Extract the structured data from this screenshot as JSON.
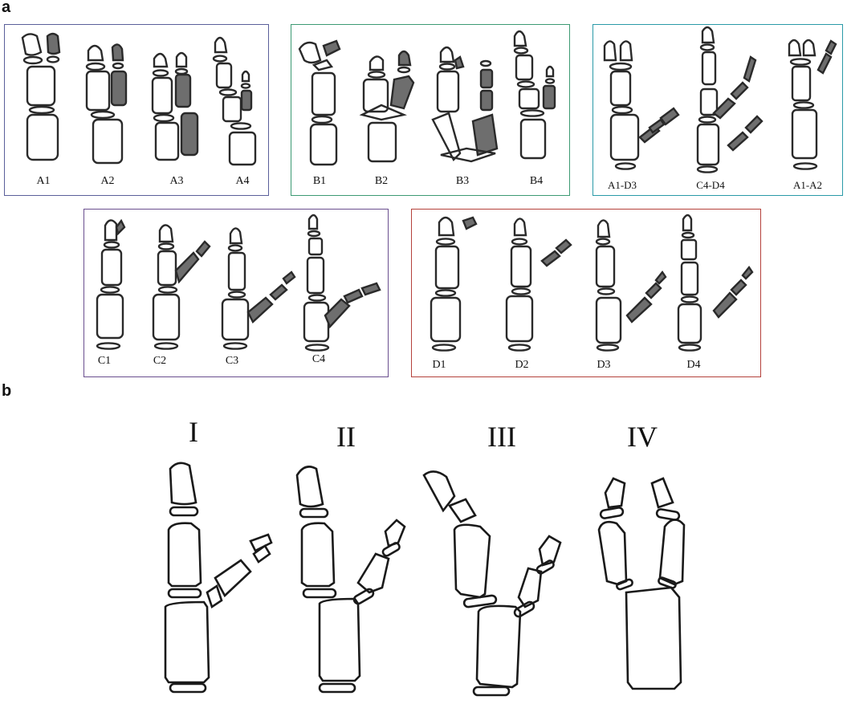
{
  "panel_a": {
    "letter": "a",
    "colors": {
      "outline": "#2a2a2a",
      "duplicate_fill": "#6e6e6e",
      "box_A": "#5a5f9a",
      "box_B": "#3d9a73",
      "box_C": "#2a9aa8",
      "box_D": "#6a4f8f",
      "box_E": "#b4413b"
    },
    "groups": [
      {
        "labels": [
          "A1",
          "A2",
          "A3",
          "A4"
        ]
      },
      {
        "labels": [
          "B1",
          "B2",
          "B3",
          "B4"
        ]
      },
      {
        "labels": [
          "A1-D3",
          "C4-D4",
          "A1-A2"
        ]
      },
      {
        "labels": [
          "C1",
          "C2",
          "C3",
          "C4"
        ]
      },
      {
        "labels": [
          "D1",
          "D2",
          "D3",
          "D4"
        ]
      }
    ]
  },
  "panel_b": {
    "letter": "b",
    "types": [
      {
        "label": "I"
      },
      {
        "label": "II"
      },
      {
        "label": "III"
      },
      {
        "label": "IV"
      }
    ]
  }
}
